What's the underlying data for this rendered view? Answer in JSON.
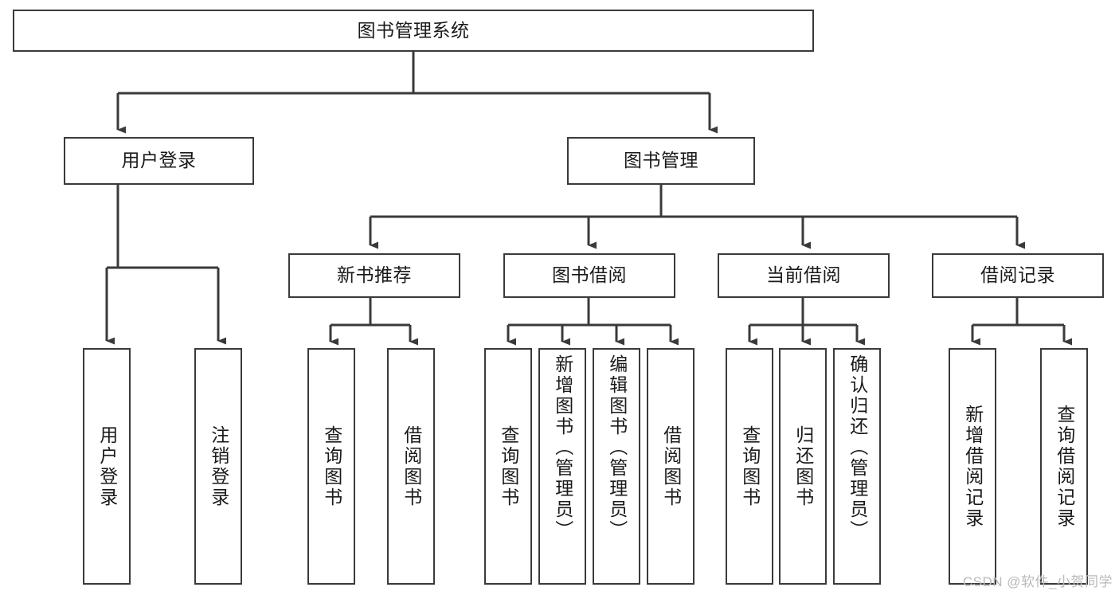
{
  "diagram": {
    "title": "图书管理系统",
    "type": "tree-hierarchy-chart",
    "watermark": "CSDN @软件_小贺同学",
    "line_color": "#3a3a3a",
    "text_color": "#1a1a1a",
    "background": "#ffffff"
  },
  "nodes": {
    "root": {
      "label": "图书管理系统"
    },
    "level2": [
      {
        "id": "user-login",
        "label": "用户登录"
      },
      {
        "id": "book-manage",
        "label": "图书管理"
      }
    ],
    "level3": [
      {
        "id": "new-book-recommend",
        "label": "新书推荐"
      },
      {
        "id": "book-borrow",
        "label": "图书借阅"
      },
      {
        "id": "current-borrow",
        "label": "当前借阅"
      },
      {
        "id": "borrow-record",
        "label": "借阅记录"
      }
    ],
    "leaves": {
      "user_login": [
        {
          "id": "leaf-user-login",
          "label": "用户登录"
        },
        {
          "id": "leaf-user-logout",
          "label": "注销登录"
        }
      ],
      "new_book_recommend": [
        {
          "id": "leaf-query-book-1",
          "label": "查询图书"
        },
        {
          "id": "leaf-borrow-book-1",
          "label": "借阅图书"
        }
      ],
      "book_borrow": [
        {
          "id": "leaf-query-book-2",
          "label": "查询图书"
        },
        {
          "id": "leaf-add-book",
          "label": "新增图书（管理员）"
        },
        {
          "id": "leaf-edit-book",
          "label": "编辑图书（管理员）"
        },
        {
          "id": "leaf-borrow-book-2",
          "label": "借阅图书"
        }
      ],
      "current_borrow": [
        {
          "id": "leaf-query-book-3",
          "label": "查询图书"
        },
        {
          "id": "leaf-return-book",
          "label": "归还图书"
        },
        {
          "id": "leaf-confirm-return",
          "label": "确认归还（管理员）"
        }
      ],
      "borrow_record": [
        {
          "id": "leaf-add-record",
          "label": "新增借阅记录"
        },
        {
          "id": "leaf-query-record",
          "label": "查询借阅记录"
        }
      ]
    }
  }
}
